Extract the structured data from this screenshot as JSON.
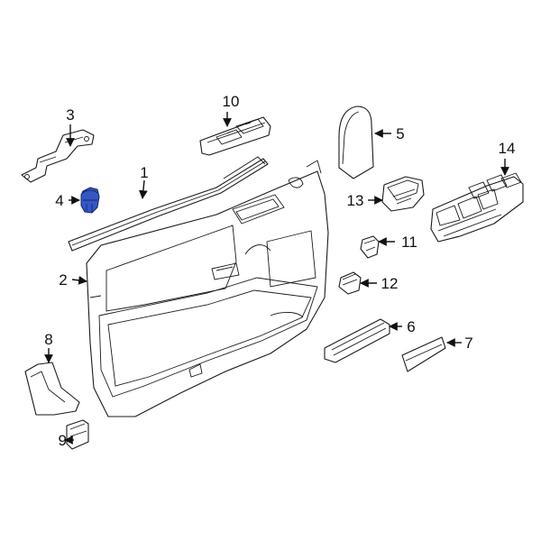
{
  "diagram": {
    "highlight_color": "#3457c4",
    "callouts": [
      {
        "id": "1",
        "text": "1"
      },
      {
        "id": "2",
        "text": "2"
      },
      {
        "id": "3",
        "text": "3"
      },
      {
        "id": "4",
        "text": "4"
      },
      {
        "id": "5",
        "text": "5"
      },
      {
        "id": "6",
        "text": "6"
      },
      {
        "id": "7",
        "text": "7"
      },
      {
        "id": "8",
        "text": "8"
      },
      {
        "id": "9",
        "text": "9"
      },
      {
        "id": "10",
        "text": "10"
      },
      {
        "id": "11",
        "text": "11"
      },
      {
        "id": "12",
        "text": "12"
      },
      {
        "id": "13",
        "text": "13"
      },
      {
        "id": "14",
        "text": "14"
      }
    ]
  }
}
